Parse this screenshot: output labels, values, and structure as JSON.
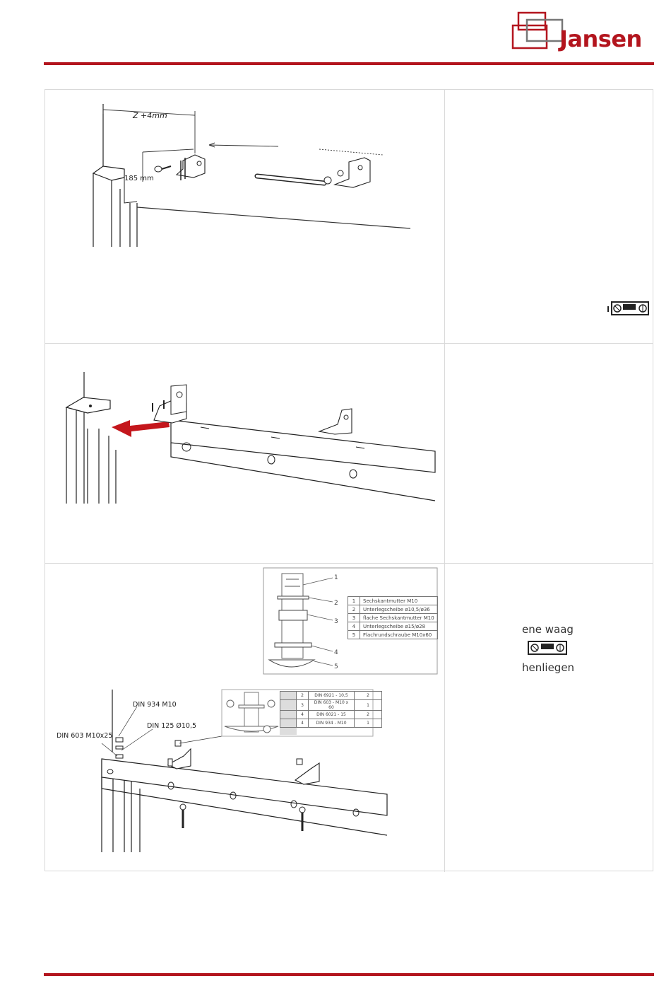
{
  "brand": {
    "name": "Jansen",
    "color": "#b3151e"
  },
  "step1": {
    "dim_z": "Z +4mm",
    "dim_height": "185 mm"
  },
  "step3": {
    "detail_numbers": [
      "1",
      "2",
      "3",
      "4",
      "5"
    ],
    "parts_table": [
      {
        "no": "1",
        "name": "Sechskantmutter M10"
      },
      {
        "no": "2",
        "name": "Unterlegscheibe ø10,5/ø36"
      },
      {
        "no": "3",
        "name": "flache Sechskantmutter M10"
      },
      {
        "no": "4",
        "name": "Unterlegscheibe ø15/ø28"
      },
      {
        "no": "5",
        "name": "Flachrundschraube M10x60"
      }
    ],
    "bom_table": [
      {
        "qty": "2",
        "part": "DIN 6921 - 10,5",
        "count": "2"
      },
      {
        "qty": "3",
        "part": "DIN 603 - M10 x 60",
        "count": "1"
      },
      {
        "qty": "4",
        "part": "DIN 6021 - 15",
        "count": "2"
      },
      {
        "qty": "4",
        "part": "DIN 934 - M10",
        "count": "1"
      }
    ],
    "callouts": {
      "din934": "DIN 934 M10",
      "din125": "DIN 125 Ø10,5",
      "din603": "DIN 603  M10x25"
    }
  },
  "right_col": {
    "fragment_top": "ene waag",
    "fragment_bottom": "henliegen"
  }
}
